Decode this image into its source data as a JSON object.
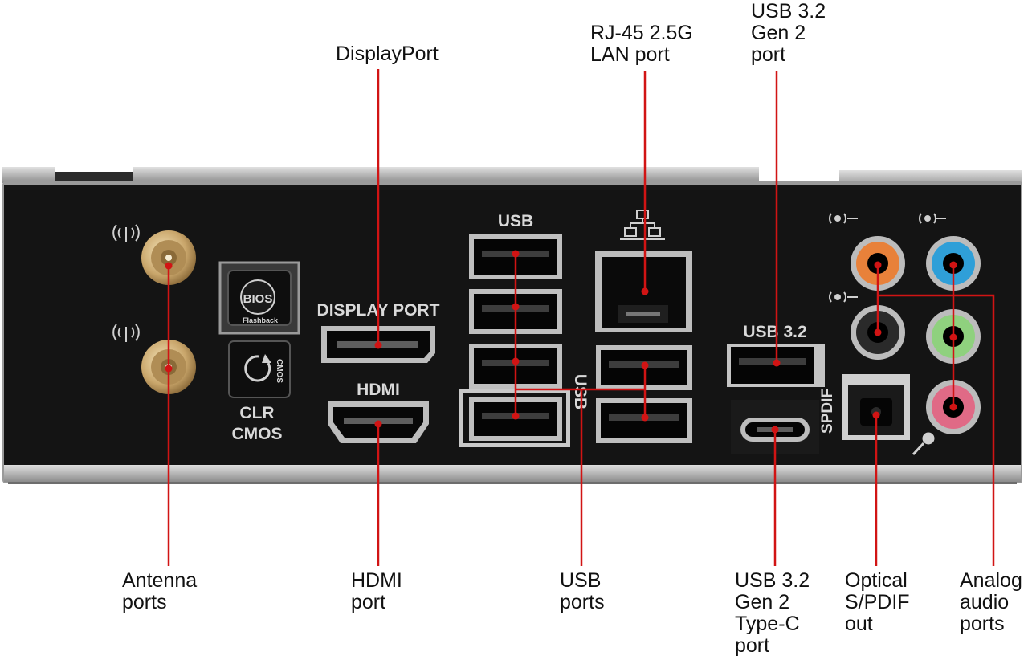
{
  "callouts": {
    "displayport": "DisplayPort",
    "rj45": "RJ-45 2.5G\nLAN port",
    "usb32_gen2": "USB 3.2\nGen 2\nport",
    "antenna": "Antenna\nports",
    "hdmi": "HDMI\nport",
    "usb_ports": "USB\nports",
    "usb_typec": "USB 3.2\nGen 2\nType-C\nport",
    "spdif_out": "Optical\nS/PDIF\nout",
    "analog": "Analog\naudio\nports"
  },
  "panel_labels": {
    "usb_top": "USB",
    "display_port": "DISPLAY PORT",
    "hdmi": "HDMI",
    "usb_vertical": "USB",
    "usb32": "USB 3.2",
    "spdif": "SPDIF",
    "clr": "CLR",
    "cmos": "CMOS",
    "bios": "BIOS",
    "flashback": "Flashback",
    "cmos_button": "CMOS"
  },
  "colors": {
    "leader_line": "#d11414",
    "panel": "#151515",
    "silver_frame": "#a9a9a9",
    "audio_orange": "#e8813a",
    "audio_blue": "#2f9fd8",
    "audio_black": "#2a2a2a",
    "audio_green": "#8fd17e",
    "audio_pink": "#e06a86",
    "antenna_gold": "#c9a66b"
  },
  "icons": [
    "wifi-antenna-icon",
    "network-icon",
    "audio-out-icon",
    "audio-in-icon",
    "microphone-icon",
    "bios-flashback-icon",
    "refresh-icon"
  ]
}
